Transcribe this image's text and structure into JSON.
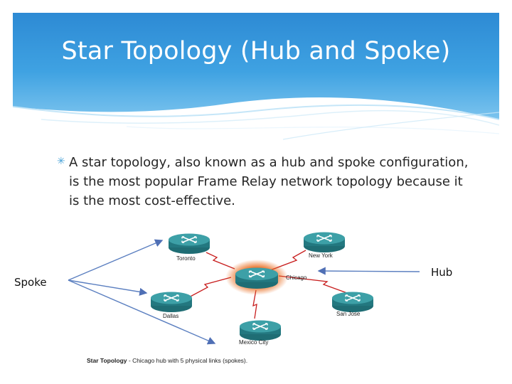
{
  "slide": {
    "title": "Star Topology (Hub and Spoke)",
    "bullet": "A star topology, also known as a hub and spoke configuration, is the most popular Frame Relay network topology because it is the most cost-effective.",
    "bullet_icon": "asterisk-bullet",
    "label_spoke": "Spoke",
    "label_hub": "Hub"
  },
  "diagram": {
    "nodes": {
      "toronto": "Toronto",
      "newyork": "New York",
      "chicago": "Chicago",
      "dallas": "Dallas",
      "sanjose": "San Jose",
      "mexicocity": "Mexico City"
    },
    "caption_bold": "Star Topology",
    "caption_rest": " - Chicago hub with 5 physical links (spokes).",
    "colors": {
      "router_body": "#2a7f86",
      "router_top": "#3a9ca3",
      "hub_glow": "#e86a1c",
      "link": "#c81e1e",
      "arrow": "#5b7fc0",
      "header": "#2e8fd6"
    }
  }
}
